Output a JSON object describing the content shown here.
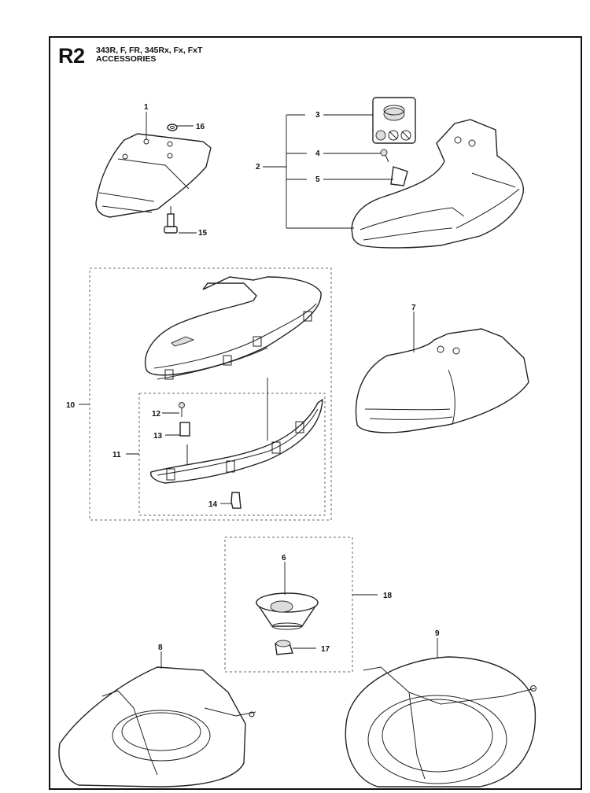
{
  "header": {
    "section_code": "R2",
    "models": "343R, F, FR, 345Rx, Fx, FxT",
    "section_title": "ACCESSORIES"
  },
  "callouts": [
    {
      "id": "c1",
      "number": "1"
    },
    {
      "id": "c2",
      "number": "2"
    },
    {
      "id": "c3",
      "number": "3"
    },
    {
      "id": "c4",
      "number": "4"
    },
    {
      "id": "c5",
      "number": "5"
    },
    {
      "id": "c6",
      "number": "6"
    },
    {
      "id": "c7",
      "number": "7"
    },
    {
      "id": "c8",
      "number": "8"
    },
    {
      "id": "c9",
      "number": "9"
    },
    {
      "id": "c10",
      "number": "10"
    },
    {
      "id": "c11",
      "number": "11"
    },
    {
      "id": "c12",
      "number": "12"
    },
    {
      "id": "c13",
      "number": "13"
    },
    {
      "id": "c14",
      "number": "14"
    },
    {
      "id": "c15",
      "number": "15"
    },
    {
      "id": "c16",
      "number": "16"
    },
    {
      "id": "c17",
      "number": "17"
    },
    {
      "id": "c18",
      "number": "18"
    }
  ]
}
